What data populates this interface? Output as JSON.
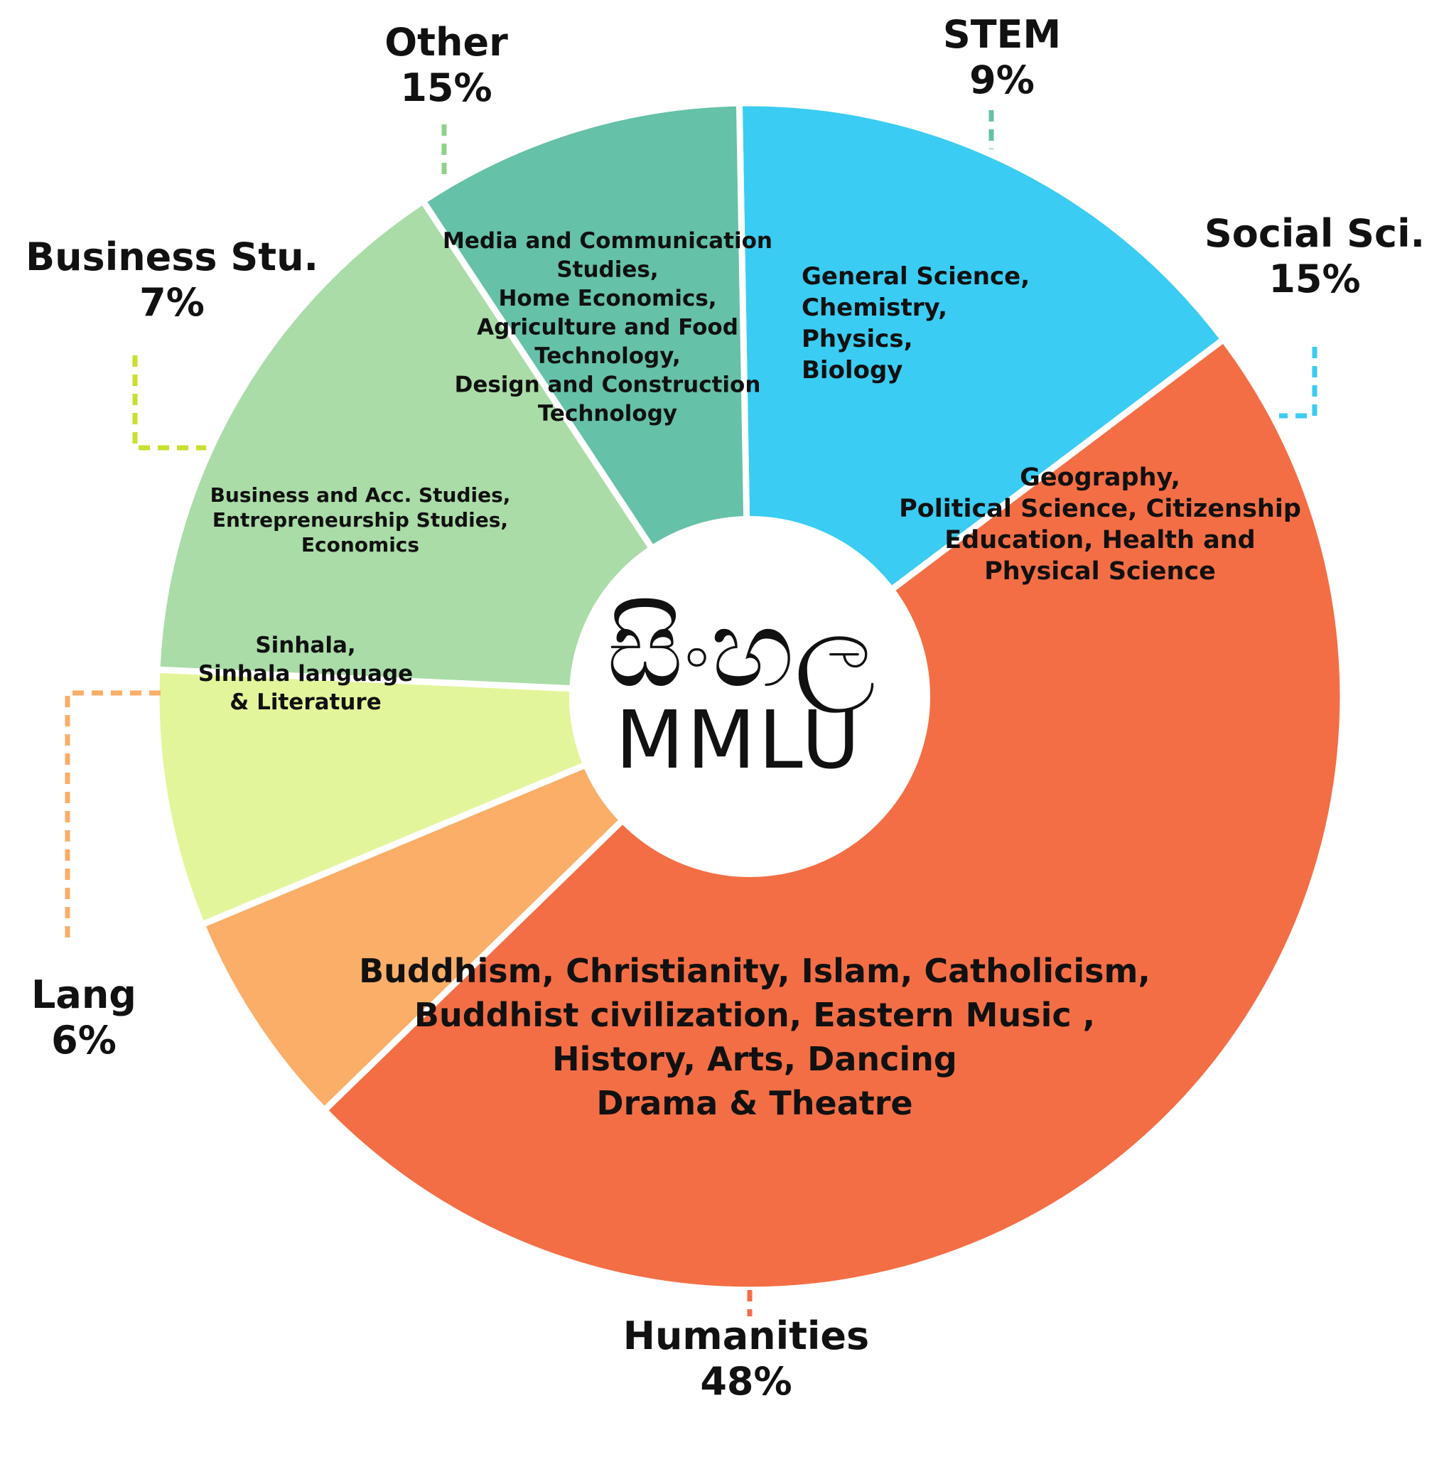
{
  "chart_data": {
    "type": "pie",
    "title": "",
    "center_label": {
      "script": "සිංහල",
      "name": "MMLU"
    },
    "segments": [
      {
        "name": "Social Sci.",
        "percent_label": "15%",
        "value": 15,
        "color": "#3ACCF2",
        "subjects": [
          "Geography,",
          "Political Science, Citizenship",
          "Education, Health and",
          "Physical Science"
        ]
      },
      {
        "name": "Humanities",
        "percent_label": "48%",
        "value": 48,
        "color": "#F46E45",
        "subjects": [
          "Buddhism, Christianity, Islam, Catholicism,",
          "Buddhist civilization, Eastern Music ,",
          "History, Arts, Dancing",
          "Drama & Theatre"
        ]
      },
      {
        "name": "Lang",
        "percent_label": "6%",
        "value": 6,
        "color": "#FBAE67",
        "subjects": [
          "Sinhala,",
          "Sinhala language",
          "&  Literature"
        ]
      },
      {
        "name": "Business Stu.",
        "percent_label": "7%",
        "value": 7,
        "color": "#E3F59A",
        "subjects": [
          "Business and Acc. Studies,",
          "Entrepreneurship Studies,",
          "Economics"
        ]
      },
      {
        "name": "Other",
        "percent_label": "15%",
        "value": 15,
        "color": "#AADCA7",
        "subjects": [
          "Media and Communication",
          "Studies,",
          "Home Economics,",
          "Agriculture and Food",
          "Technology,",
          "Design and Construction",
          "Technology"
        ]
      },
      {
        "name": "STEM",
        "percent_label": "9%",
        "value": 9,
        "color": "#65C1A7",
        "subjects": [
          "General Science,",
          "Chemistry,",
          "Physics,",
          "Biology"
        ]
      }
    ]
  }
}
